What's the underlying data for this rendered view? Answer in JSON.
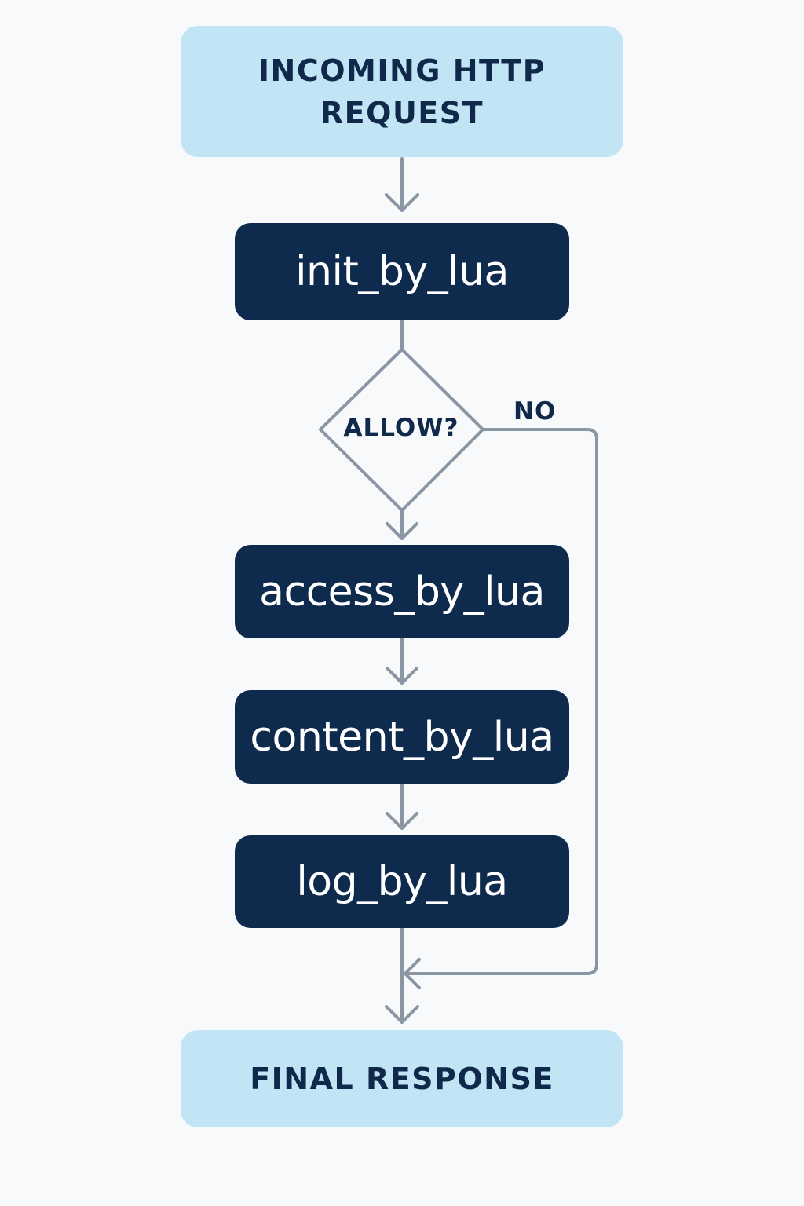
{
  "nodes": {
    "start": "INCOMING HTTP REQUEST",
    "init": "init_by_lua",
    "decision": "ALLOW?",
    "access": "access_by_lua",
    "content": "content_by_lua",
    "log": "log_by_lua",
    "end": "FINAL RESPONSE"
  },
  "edges": {
    "no_branch_label": "NO"
  },
  "colors": {
    "background": "#f8f9fb",
    "terminal_fill": "#c2e5f5",
    "process_fill": "#0e2b4e",
    "text_dark": "#10294a",
    "connector": "#8a96a3"
  }
}
